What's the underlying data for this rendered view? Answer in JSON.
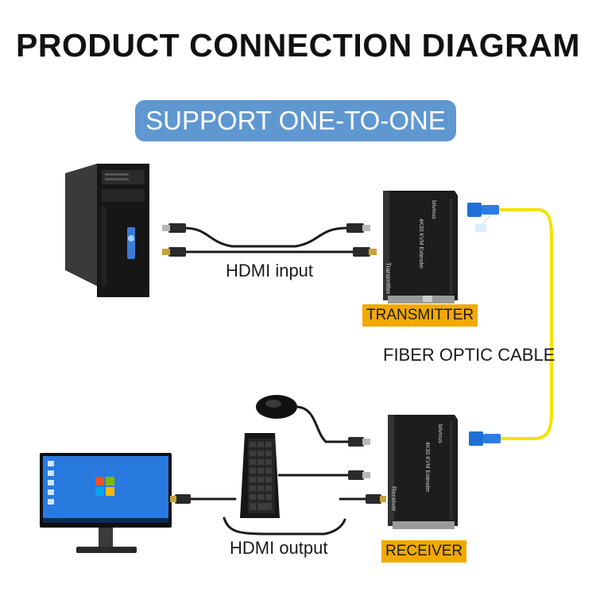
{
  "header": {
    "title": "PRODUCT CONNECTION DIAGRAM"
  },
  "badge": {
    "text": "SUPPORT ONE-TO-ONE"
  },
  "labels": {
    "hdmi_input": "HDMI input",
    "hdmi_output": "HDMI output",
    "fiber_cable": "FIBER OPTIC CABLE"
  },
  "tags": {
    "transmitter": "TRANSMITTER",
    "receiver": "RECEIVER"
  },
  "device_text": {
    "brand": "bitvinus",
    "model": "4K30 KVM Extender",
    "tx_side": "Transmitter",
    "rx_side": "Receiver"
  },
  "colors": {
    "badge": "#5f97d1",
    "tag": "#f2a900",
    "fiber": "#f5e100",
    "connector": "#1f6fd6",
    "device": "#1b1b1b"
  }
}
